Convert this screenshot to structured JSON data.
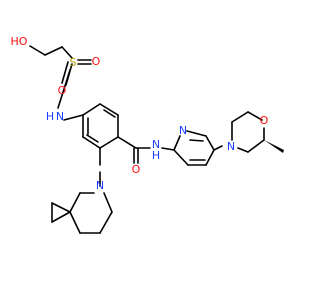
{
  "molecule": {
    "labels": {
      "oh": "HO",
      "s": "S",
      "o_top": "O",
      "o_bottom": "O",
      "nh_sulfonamide": "N",
      "h_sulfonamide": "H",
      "n_spiro": "N",
      "o_amide": "O",
      "nh_amide": "N",
      "h_amide": "H",
      "n_pyridine": "N",
      "n_morpholine": "N",
      "o_morpholine": "O"
    },
    "colors": {
      "carbon": "#000000",
      "nitrogen": "#1f3fff",
      "oxygen": "#ff0d0d",
      "sulfur": "#b5a000",
      "hydrogen": "#1f3fff"
    }
  }
}
